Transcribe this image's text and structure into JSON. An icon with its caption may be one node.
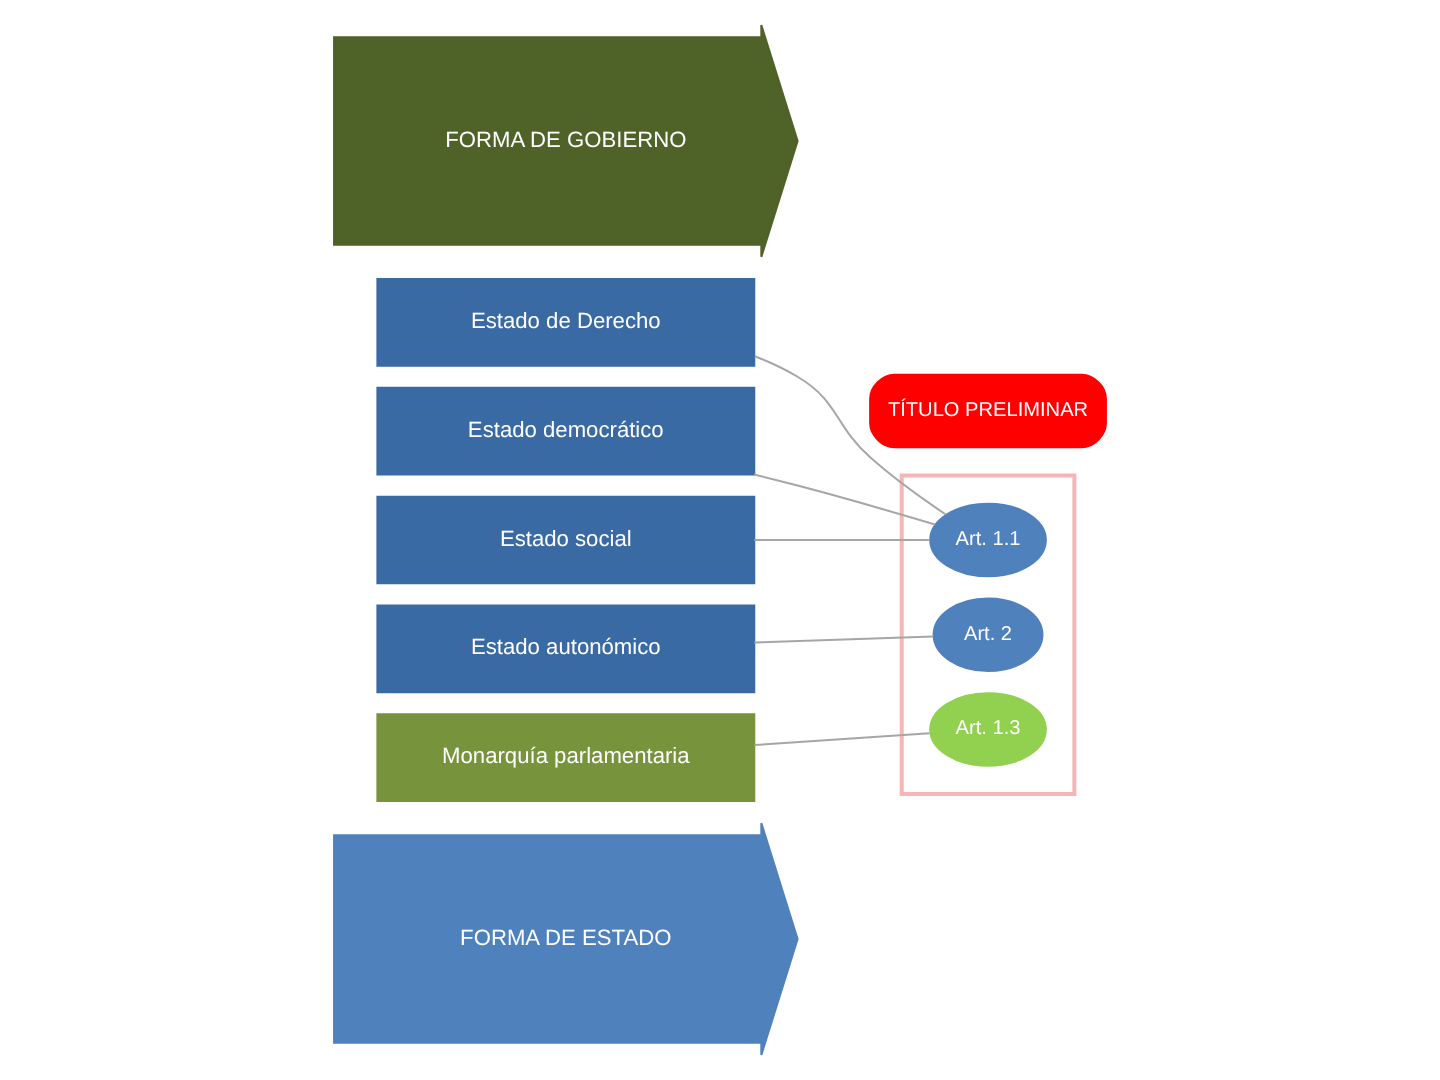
{
  "diagram": {
    "nodes": [
      {
        "text": [
          "FORMA DE ESTADO"
        ]
      },
      {
        "text": [
          "Estado de Derecho"
        ]
      },
      {
        "text": [
          "Estado democrático"
        ]
      },
      {
        "text": [
          "Estado social"
        ]
      },
      {
        "text": [
          "Estado autonómico"
        ]
      },
      {
        "text": [
          "FORMA DE GOBIERNO"
        ]
      },
      {
        "text": [
          "Monarquía parlamentaria"
        ]
      },
      {
        "text": [
          "TÍTULO PRELIMINAR"
        ]
      },
      {
        "text": [],
        "shape": "box"
      },
      {
        "text": [
          "Art. 1.1"
        ],
        "in": 8
      },
      {
        "text": [
          "Art. 2"
        ],
        "in": 8
      },
      {
        "text": [
          "Art. 1.3"
        ],
        "in": 8
      }
    ],
    "edges": [
      {
        "from": 1,
        "to": 9,
        "arrow": "none"
      },
      {
        "from": 2,
        "to": 9,
        "arrow": "none"
      },
      {
        "from": 3,
        "to": 9,
        "arrow": "none"
      },
      {
        "from": 4,
        "to": 10,
        "arrow": "none"
      },
      {
        "from": 6,
        "to": 11,
        "arrow": "none"
      }
    ]
  }
}
